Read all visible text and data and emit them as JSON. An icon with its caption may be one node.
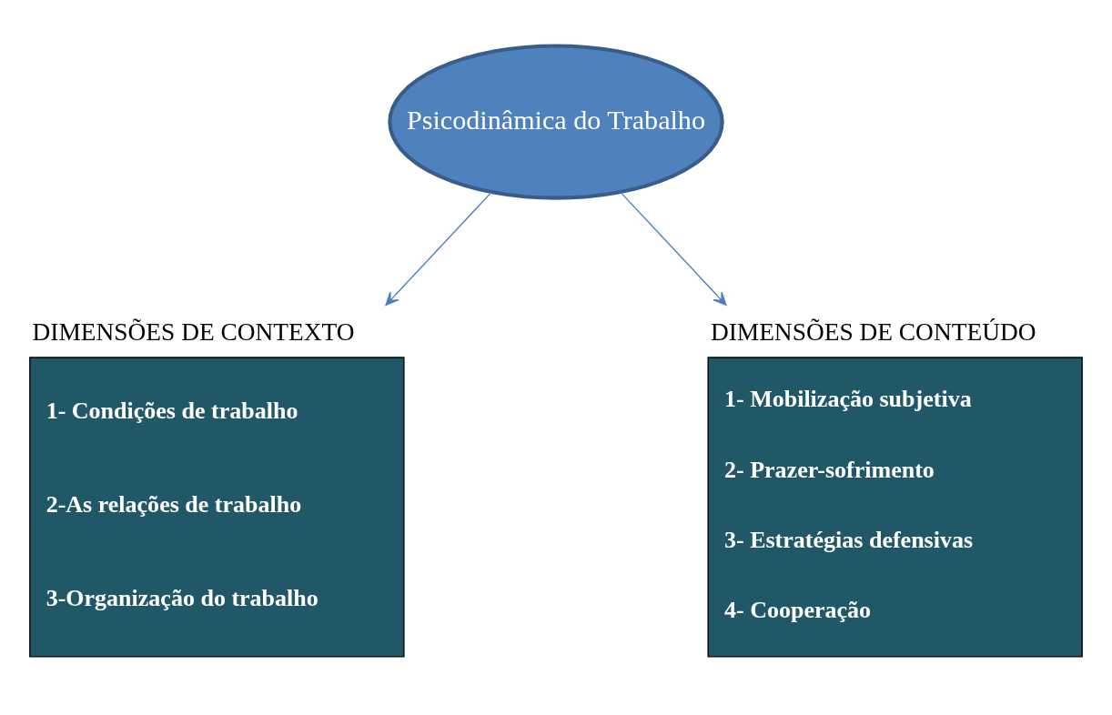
{
  "diagram": {
    "nodes": [
      {
        "text": [
          "Psicodinâmica do Trabalho"
        ]
      },
      {
        "text": [
          "DIMENSÕES DE CONTEXTO",
          "1- Condições de trabalho",
          "2-As relações de trabalho",
          "3-Organização do trabalho"
        ]
      },
      {
        "text": [
          "DIMENSÕES DE CONTEÚDO",
          "1- Mobilização subjetiva",
          "2- Prazer-sofrimento",
          "3- Estratégias defensivas",
          "4- Cooperação"
        ]
      }
    ],
    "edges": [
      {
        "from": 0,
        "to": 1,
        "arrow": "to"
      },
      {
        "from": 0,
        "to": 2,
        "arrow": "to"
      }
    ]
  }
}
